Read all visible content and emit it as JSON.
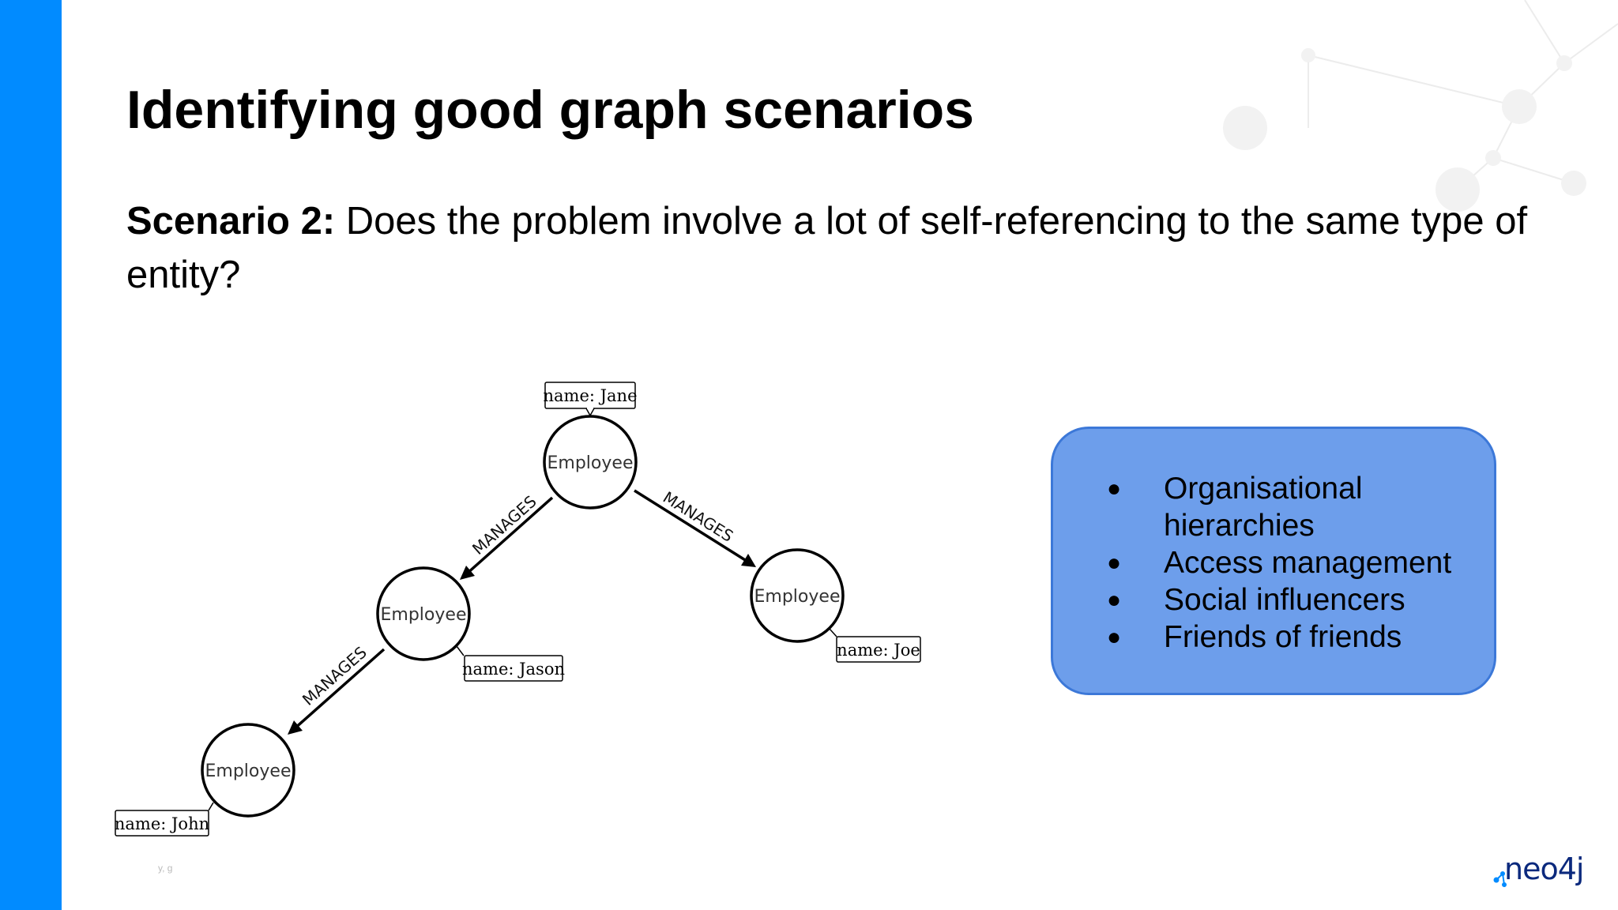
{
  "slide": {
    "title": "Identifying good graph scenarios",
    "scenario_label": "Scenario 2:",
    "scenario_text": " Does the problem involve a lot of self-referencing to the same type of entity?",
    "footer_text": "y,    g"
  },
  "diagram": {
    "nodes": [
      {
        "label": "Employee",
        "property": "name: Jane"
      },
      {
        "label": "Employee",
        "property": "name: Jason"
      },
      {
        "label": "Employee",
        "property": "name: John"
      },
      {
        "label": "Employee",
        "property": "name: Joe"
      }
    ],
    "relationships": [
      {
        "type": "MANAGES",
        "from": "name: Jane",
        "to": "name: Jason"
      },
      {
        "type": "MANAGES",
        "from": "name: Jason",
        "to": "name: John"
      },
      {
        "type": "MANAGES",
        "from": "name: Jane",
        "to": "name: Joe"
      }
    ]
  },
  "callout": {
    "bullet_symbol": "●",
    "items": [
      "Organisational hierarchies",
      "Access management",
      "Social influencers",
      "Friends of friends"
    ]
  },
  "brand": {
    "logo_text": "neo4j",
    "logo_icon": "neo4j-logo-icon",
    "accent_color": "#018bff",
    "callout_color": "#6d9eeb",
    "callout_border_color": "#3c78d8"
  }
}
